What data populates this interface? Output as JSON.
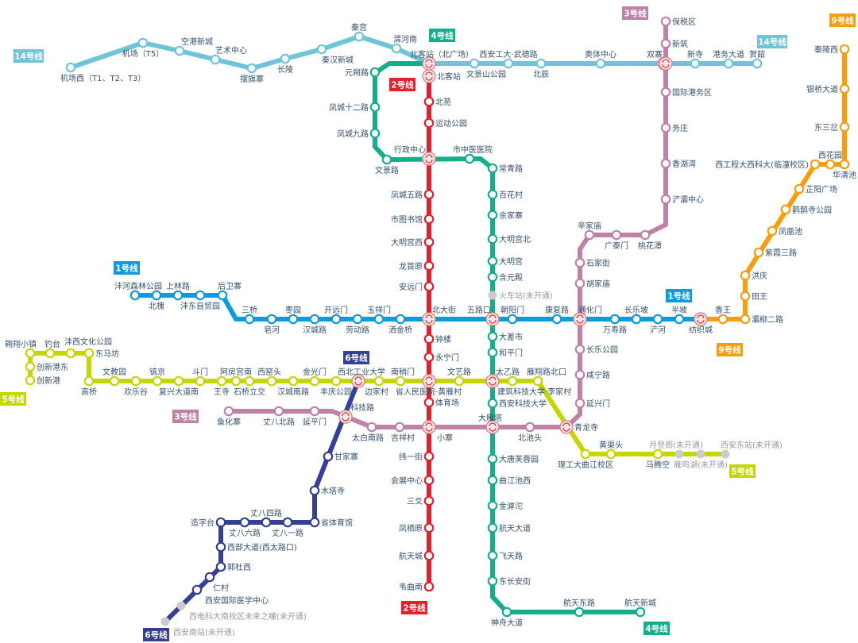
{
  "map": {
    "title": "西安地铁线路图",
    "transfer_icon": "transfer-arrows-icon",
    "lines": [
      {
        "id": "line14",
        "label": "14号线",
        "color": "#6ec5d9",
        "stations": [
          {
            "name": "机场西（T1、T2、T3）"
          },
          {
            "name": "机场（T5）"
          },
          {
            "name": "空港新城"
          },
          {
            "name": "艺术中心"
          },
          {
            "name": "摆旗寨"
          },
          {
            "name": "长陵"
          },
          {
            "name": "秦汉新城"
          },
          {
            "name": "秦宫"
          },
          {
            "name": "渭河南"
          },
          {
            "name": "北客站（北广场）",
            "transfer": true
          },
          {
            "name": "文景山公园"
          },
          {
            "name": "西安工大·武德路"
          },
          {
            "name": "北辰"
          },
          {
            "name": "奥体中心"
          },
          {
            "name": "双寨",
            "transfer": true
          },
          {
            "name": "新寺"
          },
          {
            "name": "港务大道"
          },
          {
            "name": "贺韶"
          }
        ]
      },
      {
        "id": "line4",
        "label": "4号线",
        "color": "#12b08a",
        "stations": [
          {
            "name": "北客站（北广场）",
            "transfer": true
          },
          {
            "name": "元朔路"
          },
          {
            "name": "凤城十二路"
          },
          {
            "name": "凤城九路"
          },
          {
            "name": "文景路"
          },
          {
            "name": "行政中心",
            "transfer": true
          },
          {
            "name": "市中医医院"
          },
          {
            "name": "常青路"
          },
          {
            "name": "百花村"
          },
          {
            "name": "余家寨"
          },
          {
            "name": "大明宫北"
          },
          {
            "name": "大明宫"
          },
          {
            "name": "含元殿"
          },
          {
            "name": "火车站(未开通)",
            "open": false
          },
          {
            "name": "五路口",
            "transfer": true
          },
          {
            "name": "大差市"
          },
          {
            "name": "和平门"
          },
          {
            "name": "建筑科技大学·李家村",
            "transfer": true
          },
          {
            "name": "西安科技大学"
          },
          {
            "name": "大雁塔",
            "transfer": true
          },
          {
            "name": "大唐芙蓉园"
          },
          {
            "name": "曲江池西"
          },
          {
            "name": "金滹沱"
          },
          {
            "name": "航天大道"
          },
          {
            "name": "飞天路"
          },
          {
            "name": "东长安街"
          },
          {
            "name": "神舟大道"
          },
          {
            "name": "航天东路"
          },
          {
            "name": "航天新城"
          }
        ]
      },
      {
        "id": "line2",
        "label": "2号线",
        "color": "#e5202b",
        "stations": [
          {
            "name": "北客站",
            "transfer": true
          },
          {
            "name": "北苑"
          },
          {
            "name": "运动公园"
          },
          {
            "name": "行政中心",
            "transfer": true
          },
          {
            "name": "凤城五路"
          },
          {
            "name": "市图书馆"
          },
          {
            "name": "大明宫西"
          },
          {
            "name": "龙首原"
          },
          {
            "name": "安远门"
          },
          {
            "name": "北大街",
            "transfer": true
          },
          {
            "name": "钟楼"
          },
          {
            "name": "永宁门"
          },
          {
            "name": "南稍门",
            "transfer": true
          },
          {
            "name": "体育场"
          },
          {
            "name": "小寨",
            "transfer": true
          },
          {
            "name": "纬一街"
          },
          {
            "name": "会展中心"
          },
          {
            "name": "三爻"
          },
          {
            "name": "凤栖原"
          },
          {
            "name": "航天城"
          },
          {
            "name": "韦曲南"
          }
        ]
      },
      {
        "id": "line1",
        "label": "1号线",
        "color": "#0a9be0",
        "stations": [
          {
            "name": "沣河森林公园"
          },
          {
            "name": "北槐"
          },
          {
            "name": "上林路"
          },
          {
            "name": "沣东自贸园"
          },
          {
            "name": "后卫寨"
          },
          {
            "name": "三桥"
          },
          {
            "name": "皂河"
          },
          {
            "name": "枣园"
          },
          {
            "name": "汉城路"
          },
          {
            "name": "开远门"
          },
          {
            "name": "劳动路"
          },
          {
            "name": "玉祥门"
          },
          {
            "name": "洒金桥"
          },
          {
            "name": "北大街",
            "transfer": true
          },
          {
            "name": "五路口",
            "transfer": true
          },
          {
            "name": "朝阳门"
          },
          {
            "name": "康复路"
          },
          {
            "name": "通化门",
            "transfer": true
          },
          {
            "name": "万寿路"
          },
          {
            "name": "长乐坡"
          },
          {
            "name": "浐河"
          },
          {
            "name": "半坡"
          },
          {
            "name": "纺织城",
            "transfer": true
          }
        ]
      },
      {
        "id": "line9",
        "label": "9号线",
        "color": "#f89d0e",
        "stations": [
          {
            "name": "纺织城",
            "transfer": true
          },
          {
            "name": "香王"
          },
          {
            "name": "灞柳二路"
          },
          {
            "name": "田王"
          },
          {
            "name": "洪庆"
          },
          {
            "name": "紫霞三路"
          },
          {
            "name": "凤凰池"
          },
          {
            "name": "鹳鹊寺公园"
          },
          {
            "name": "芷阳广场"
          },
          {
            "name": "西工程大西科大(临潼校区)"
          },
          {
            "name": "西花园"
          },
          {
            "name": "华清池"
          },
          {
            "name": "东三岔"
          },
          {
            "name": "银桥大道"
          },
          {
            "name": "秦陵西"
          }
        ]
      },
      {
        "id": "line3",
        "label": "3号线",
        "color": "#c081a8",
        "stations": [
          {
            "name": "保税区"
          },
          {
            "name": "新筑"
          },
          {
            "name": "双寨",
            "transfer": true
          },
          {
            "name": "国际港务区"
          },
          {
            "name": "务庄"
          },
          {
            "name": "香湖湾"
          },
          {
            "name": "浐灞中心"
          },
          {
            "name": "桃花潭"
          },
          {
            "name": "广泰门"
          },
          {
            "name": "辛家庙"
          },
          {
            "name": "石家街"
          },
          {
            "name": "胡家庙"
          },
          {
            "name": "通化门",
            "transfer": true
          },
          {
            "name": "长乐公园"
          },
          {
            "name": "咸宁路"
          },
          {
            "name": "延兴门"
          },
          {
            "name": "青龙寺",
            "transfer": true
          },
          {
            "name": "北池头"
          },
          {
            "name": "大雁塔",
            "transfer": true
          },
          {
            "name": "小寨",
            "transfer": true
          },
          {
            "name": "吉祥村"
          },
          {
            "name": "太白南路"
          },
          {
            "name": "科技路",
            "transfer": true
          },
          {
            "name": "延平门"
          },
          {
            "name": "丈八北路"
          },
          {
            "name": "鱼化寨"
          }
        ]
      },
      {
        "id": "line5",
        "label": "5号线",
        "color": "#c5d600",
        "stations": [
          {
            "name": "创新港"
          },
          {
            "name": "创新港东"
          },
          {
            "name": "翱翔小镇"
          },
          {
            "name": "钓台"
          },
          {
            "name": "沣西文化公园"
          },
          {
            "name": "东马坊"
          },
          {
            "name": "高桥"
          },
          {
            "name": "文教园"
          },
          {
            "name": "欢乐谷"
          },
          {
            "name": "镐京"
          },
          {
            "name": "复兴大道南"
          },
          {
            "name": "斗门"
          },
          {
            "name": "王寺"
          },
          {
            "name": "阿房宫南"
          },
          {
            "name": "石桥立交"
          },
          {
            "name": "西窑头"
          },
          {
            "name": "汉城南路"
          },
          {
            "name": "金光门"
          },
          {
            "name": "丰庆公园"
          },
          {
            "name": "西北工业大学",
            "transfer": true
          },
          {
            "name": "边家村"
          },
          {
            "name": "省人民医院·黄雁村"
          },
          {
            "name": "南稍门",
            "transfer": true
          },
          {
            "name": "文艺路"
          },
          {
            "name": "建筑科技大学·李家村",
            "transfer": true
          },
          {
            "name": "太乙路"
          },
          {
            "name": "雁翔路北口"
          },
          {
            "name": "青龙寺",
            "transfer": true
          },
          {
            "name": "理工大曲江校区"
          },
          {
            "name": "黄渠头"
          },
          {
            "name": "马腾空"
          },
          {
            "name": "月登阁(未开通)",
            "open": false
          },
          {
            "name": "雁鸣湖(未开通)",
            "open": false
          },
          {
            "name": "西安东站(未开通)",
            "open": false
          }
        ]
      },
      {
        "id": "line6",
        "label": "6号线",
        "color": "#353f95",
        "stations": [
          {
            "name": "西北工业大学",
            "transfer": true
          },
          {
            "name": "科技路",
            "transfer": true
          },
          {
            "name": "甘家寨"
          },
          {
            "name": "木塔寺"
          },
          {
            "name": "省体育馆"
          },
          {
            "name": "丈八一路"
          },
          {
            "name": "丈八四路"
          },
          {
            "name": "丈八六路"
          },
          {
            "name": "造字台"
          },
          {
            "name": "西部大道(西太路口)"
          },
          {
            "name": "郭杜西"
          },
          {
            "name": "仁村"
          },
          {
            "name": "西安国际医学中心"
          },
          {
            "name": "西电科大南校区未来之瞳(未开通)",
            "open": false
          },
          {
            "name": "西安南站(未开通)",
            "open": false
          }
        ]
      }
    ]
  }
}
